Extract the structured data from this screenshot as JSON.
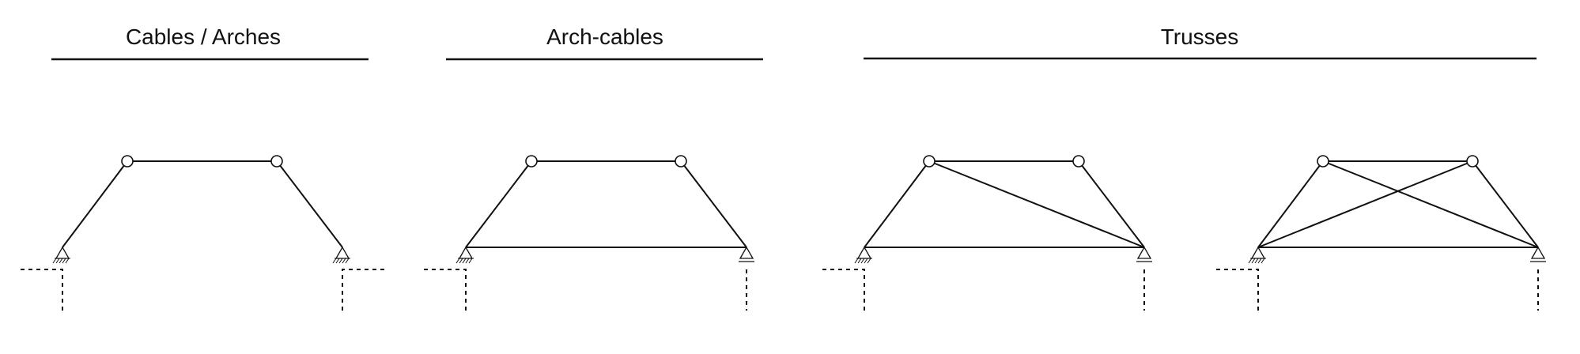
{
  "headings": {
    "cables_arches": "Cables / Arches",
    "arch_cables": "Arch-cables",
    "trusses": "Trusses"
  },
  "colors": {
    "line": "#111111",
    "background": "#ffffff"
  }
}
